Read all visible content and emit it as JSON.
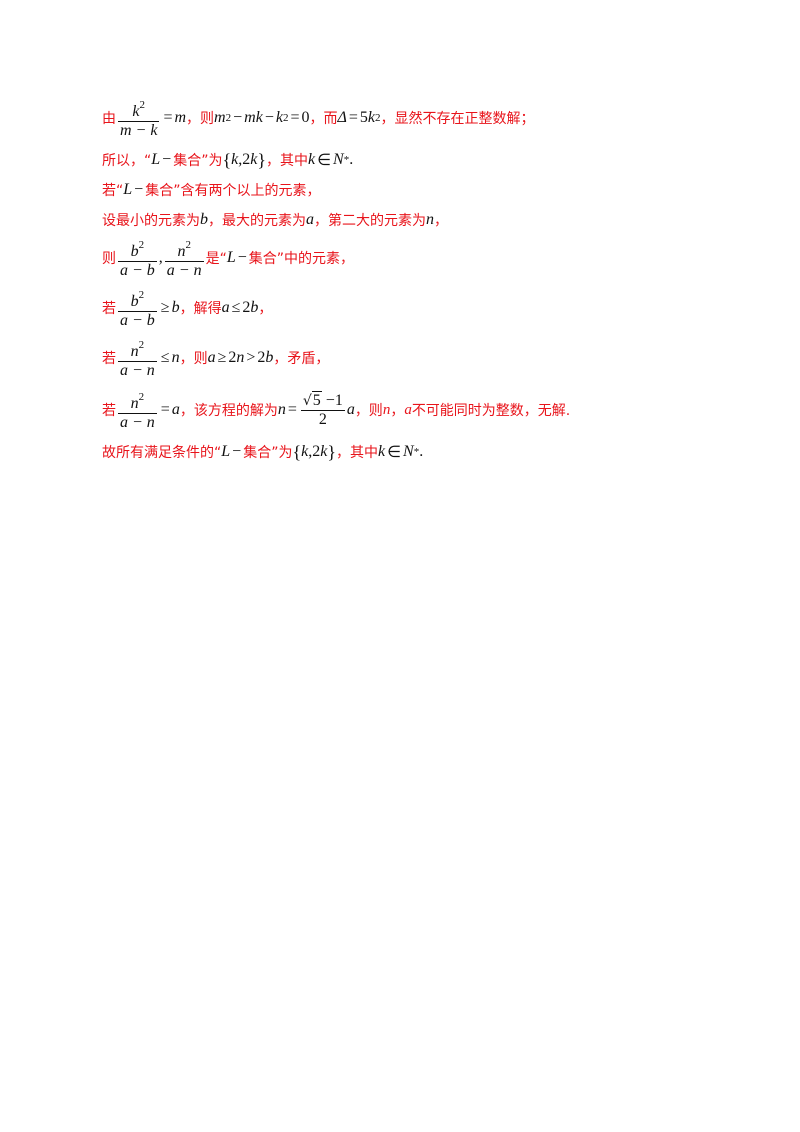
{
  "lines": [
    {
      "t1": "由",
      "t2": "，则",
      "t3": "，而",
      "t4": "，显然不存在正整数解；"
    },
    {
      "t1": "所以，“",
      "t2": "集合”为",
      "t3": "，其中"
    },
    {
      "t1": "若“",
      "t2": "集合”含有两个以上的元素，"
    },
    {
      "t1": "设最小的元素为",
      "t2": "，最大的元素为",
      "t3": "，第二大的元素为",
      "t4": "，"
    },
    {
      "t1": "则",
      "t2": "是“",
      "t3": "集合”中的元素，"
    },
    {
      "t1": "若",
      "t2": "，解得",
      "t3": "，"
    },
    {
      "t1": "若",
      "t2": "，则",
      "t3": "，矛盾，"
    },
    {
      "t1": "若",
      "t2": "，该方程的解为",
      "t3": "，则",
      "t4": "，",
      "t5": "不可能同时为整数，无解."
    },
    {
      "t1": "故所有满足条件的“",
      "t2": "集合”为",
      "t3": "，其中"
    }
  ],
  "math": {
    "k": "k",
    "m": "m",
    "n": "n",
    "a": "a",
    "b": "b",
    "L": "L",
    "N": "N",
    "two": "2",
    "zero": "0",
    "five": "5",
    "one": "1",
    "minus": "−",
    "eq": "=",
    "geq": "≥",
    "leq": "≤",
    "gt": ">",
    "in": "∈",
    "star": "*",
    "comma": ",",
    "period": ".",
    "delta": "Δ",
    "sqrt": "√",
    "lbrace": "{",
    "rbrace": "}",
    "m_minus_k": "m − k",
    "a_minus_b": "a − b",
    "a_minus_n": "a − n"
  }
}
